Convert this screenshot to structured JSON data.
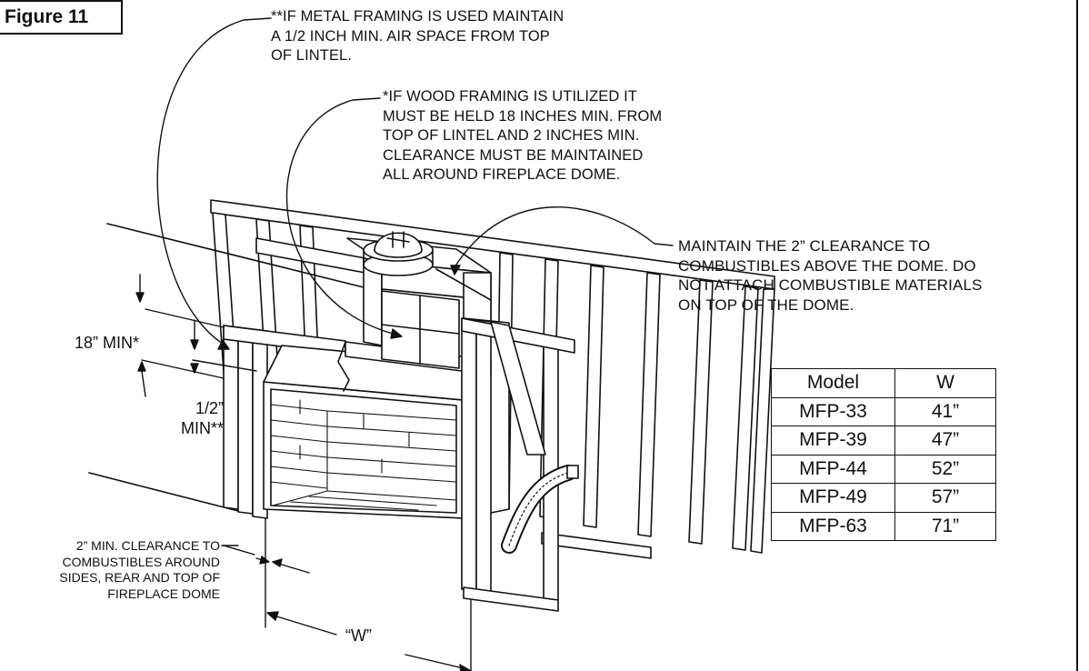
{
  "figure_label": "Figure 11",
  "notes": {
    "metal_framing": "**IF METAL FRAMING IS USED MAINTAIN\nA 1/2 INCH MIN. AIR SPACE FROM TOP\nOF LINTEL.",
    "wood_framing": "*IF WOOD FRAMING IS UTILIZED IT\nMUST BE HELD 18 INCHES MIN. FROM\nTOP OF LINTEL AND 2 INCHES MIN.\nCLEARANCE MUST BE MAINTAINED\nALL AROUND FIREPLACE DOME.",
    "dome_clearance": "MAINTAIN THE 2” CLEARANCE TO\nCOMBUSTIBLES ABOVE THE DOME. DO\nNOT ATTACH COMBUSTIBLE MATERIALS\nON TOP OF THE DOME.",
    "side_clearance": "2” MIN. CLEARANCE TO\nCOMBUSTIBLES AROUND\nSIDES, REAR AND TOP OF\nFIREPLACE DOME"
  },
  "dimensions": {
    "eighteen_min": "18” MIN*",
    "half_inch_min": "1/2”\nMIN**",
    "width": "“W”"
  },
  "table": {
    "headers": [
      "Model",
      "W"
    ],
    "rows": [
      [
        "MFP-33",
        "41”"
      ],
      [
        "MFP-39",
        "47”"
      ],
      [
        "MFP-44",
        "52”"
      ],
      [
        "MFP-49",
        "57”"
      ],
      [
        "MFP-63",
        "71”"
      ]
    ]
  }
}
